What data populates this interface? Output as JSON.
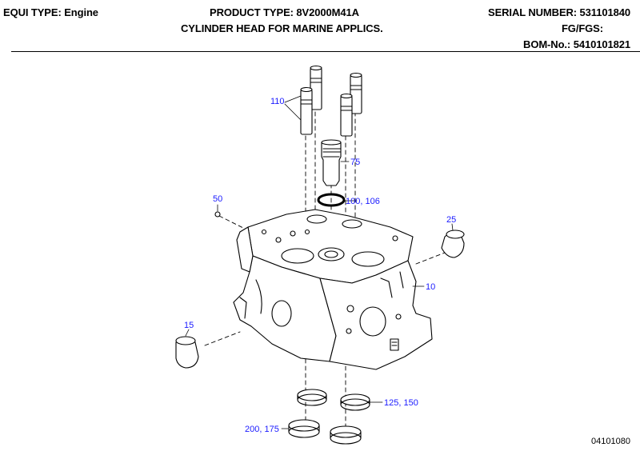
{
  "header": {
    "equi_type_label": "EQUI TYPE:",
    "equi_type_value": "Engine",
    "product_type_label": "PRODUCT TYPE:",
    "product_type_value": "8V2000M41A",
    "serial_label": "SERIAL NUMBER:",
    "serial_value": "531101840",
    "assembly_title": "CYLINDER HEAD FOR MARINE APPLICS.",
    "fg_fgs_label": "FG/FGS:",
    "fg_fgs_value": "",
    "bom_label": "BOM-No.:",
    "bom_value": "5410101821"
  },
  "callouts": {
    "valve_guides": "110",
    "injector_sleeve": "75",
    "o_ring": "100",
    "o_ring_alt": "106",
    "plug_small": "50",
    "cover_plug_right": "25",
    "cylinder_head": "10",
    "cover_plug_left": "15",
    "seal_ring_upper": "125",
    "seal_ring_upper_alt": "150",
    "seal_ring_lower": "200",
    "seal_ring_lower_alt": "175"
  },
  "document_number": "04101080",
  "colors": {
    "callout": "#1a1aff",
    "line": "#000000"
  }
}
